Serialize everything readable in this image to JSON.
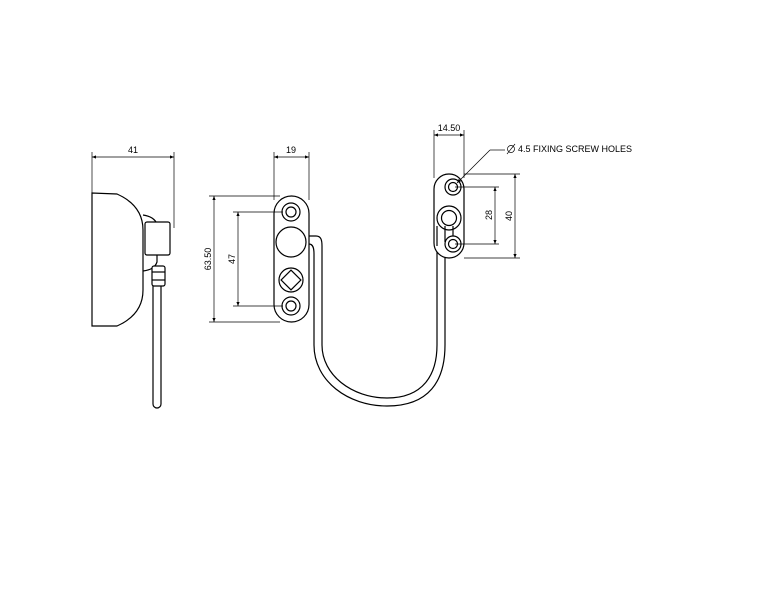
{
  "dimensions": {
    "side_width": "41",
    "plate_width": "19",
    "plate_height": "63.50",
    "plate_hole_spacing": "47",
    "bracket_width": "14.50",
    "bracket_hole_spacing": "28",
    "bracket_height": "40"
  },
  "annotations": {
    "fixing_holes": "4.5 FIXING SCREW HOLES"
  },
  "icons": {
    "diameter_symbol": "diameter-icon"
  }
}
